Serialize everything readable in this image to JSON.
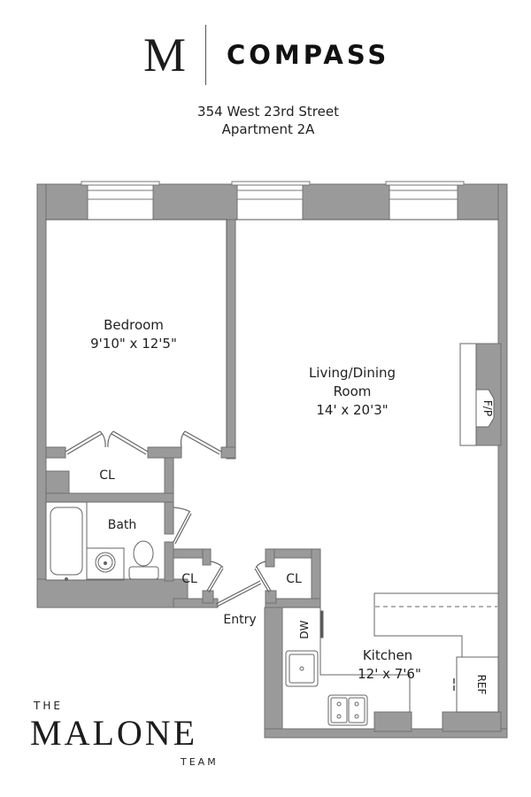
{
  "header": {
    "logo_monogram": "M",
    "brand": "COMPASS"
  },
  "address": {
    "line1": "354 West 23rd Street",
    "line2": "Apartment 2A"
  },
  "rooms": {
    "bedroom": {
      "name": "Bedroom",
      "dims": "9'10\" x 12'5\""
    },
    "living": {
      "name_line1": "Living/Dining",
      "name_line2": "Room",
      "dims": "14' x 20'3\""
    },
    "kitchen": {
      "name": "Kitchen",
      "dims": "12' x 7'6\""
    },
    "bath": {
      "name": "Bath"
    },
    "closet_bedroom": {
      "name": "CL"
    },
    "closet_entry_left": {
      "name": "CL"
    },
    "closet_entry_right": {
      "name": "CL"
    },
    "entry": {
      "name": "Entry"
    }
  },
  "fixtures": {
    "fireplace": "F/P",
    "dishwasher": "DW",
    "refrigerator": "REF"
  },
  "colors": {
    "wall": "#999999",
    "wall_stroke": "#6e6e6e",
    "line": "#555555"
  },
  "footer": {
    "the": "THE",
    "malone": "MALONE",
    "team": "TEAM"
  }
}
